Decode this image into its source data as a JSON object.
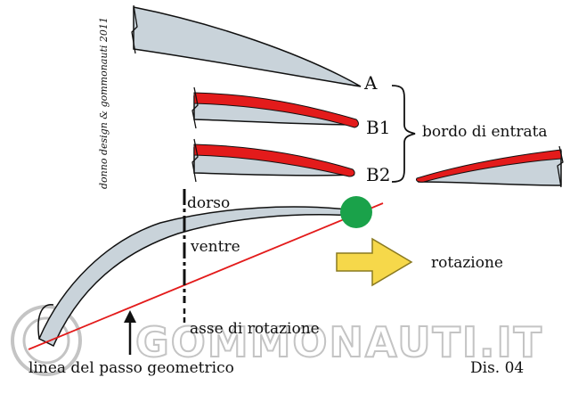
{
  "credit": "donno design & gommonauti 2011",
  "labels": {
    "a": "A",
    "b1": "B1",
    "b2": "B2",
    "bordo": "bordo di entrata",
    "dorso": "dorso",
    "ventre": "ventre",
    "rotazione": "rotazione",
    "asse": "asse di rotazione",
    "linea": "linea del passo geometrico",
    "dis": "Dis. 04"
  },
  "watermark": "GOMMONAUTI.IT",
  "colors": {
    "blade_fill": "#c9d3da",
    "leading_edge_red": "#e31b1b",
    "pitch_line": "#e31b1b",
    "hub_dot": "#1aa24a",
    "arrow_fill": "#f6d84a",
    "arrow_stroke": "#8a7a20",
    "watermark": "#c4c4c4"
  },
  "icons": [
    "rotation-arrow-icon",
    "up-arrow-icon",
    "watermark-logo-icon"
  ]
}
